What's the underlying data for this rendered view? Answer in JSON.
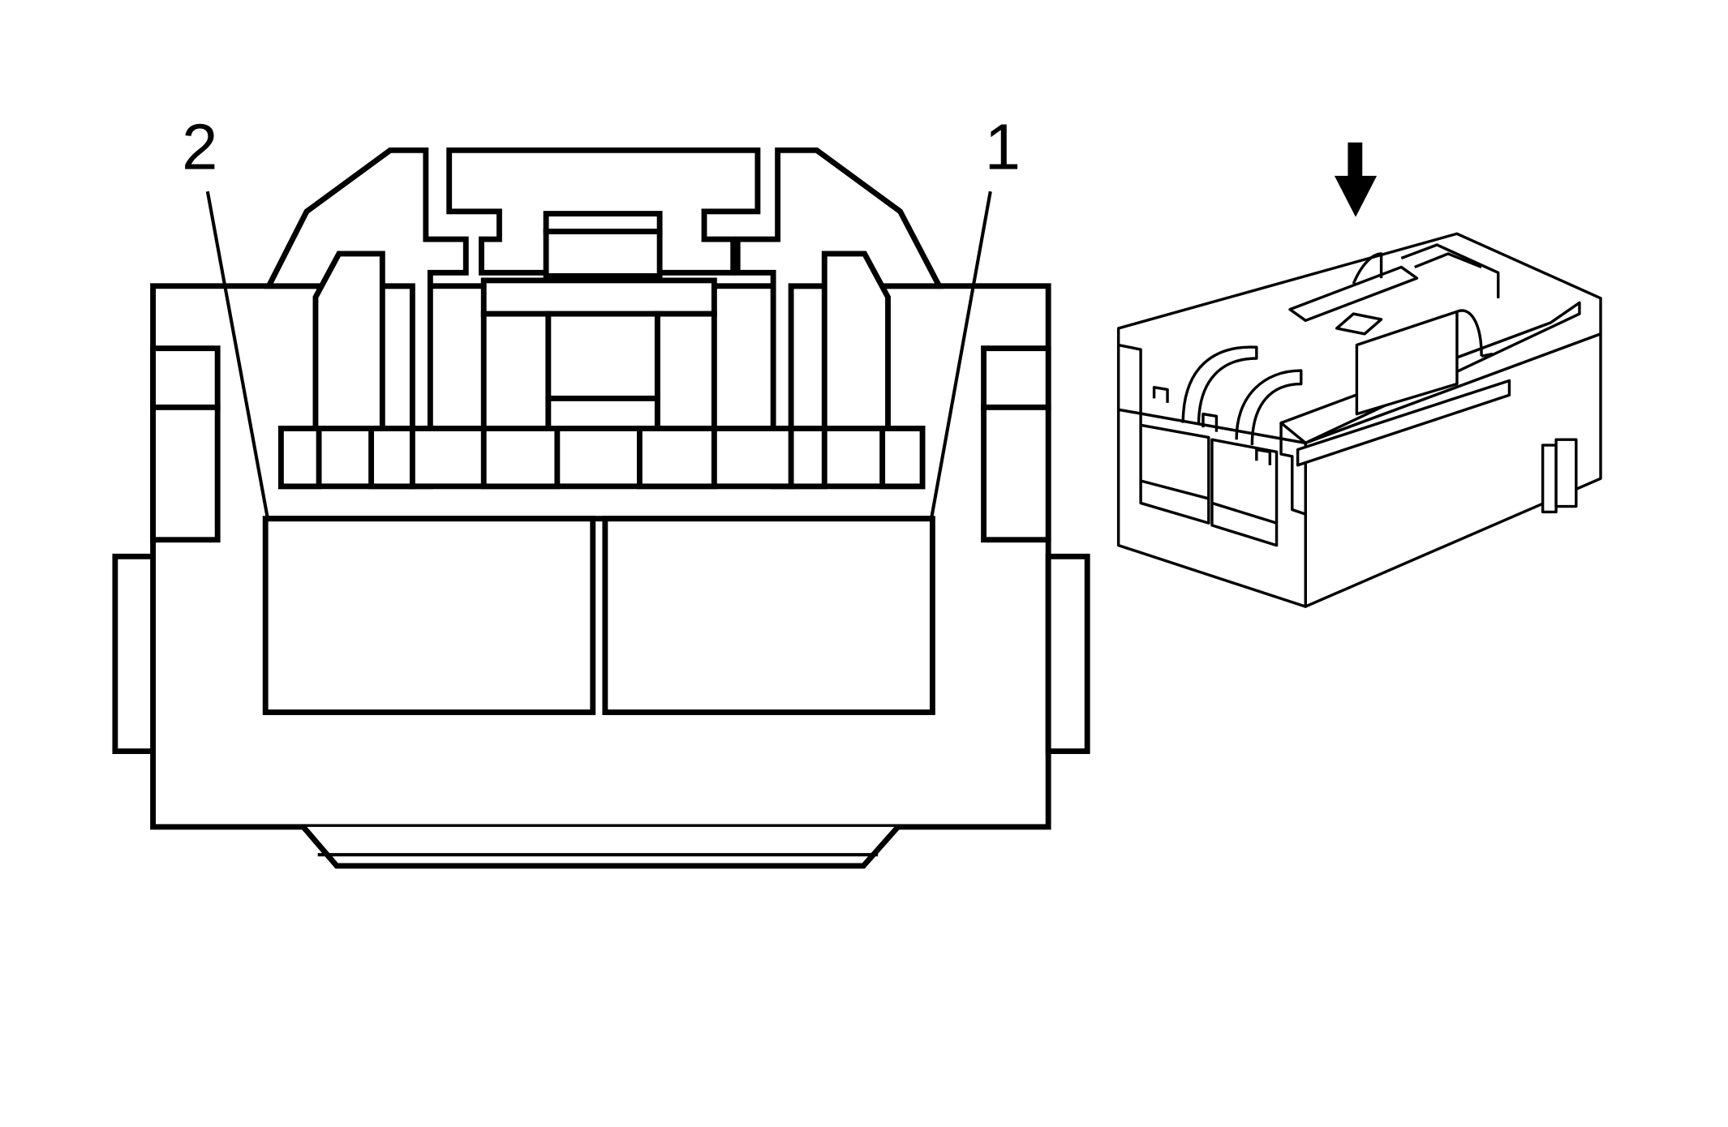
{
  "diagram": {
    "pin_labels": [
      {
        "id": "pin-2",
        "text": "2"
      },
      {
        "id": "pin-1",
        "text": "1"
      }
    ],
    "colors": {
      "line": "#000000",
      "fill": "#ffffff"
    },
    "icons": {
      "insertion_arrow": "down-arrow-icon"
    }
  }
}
